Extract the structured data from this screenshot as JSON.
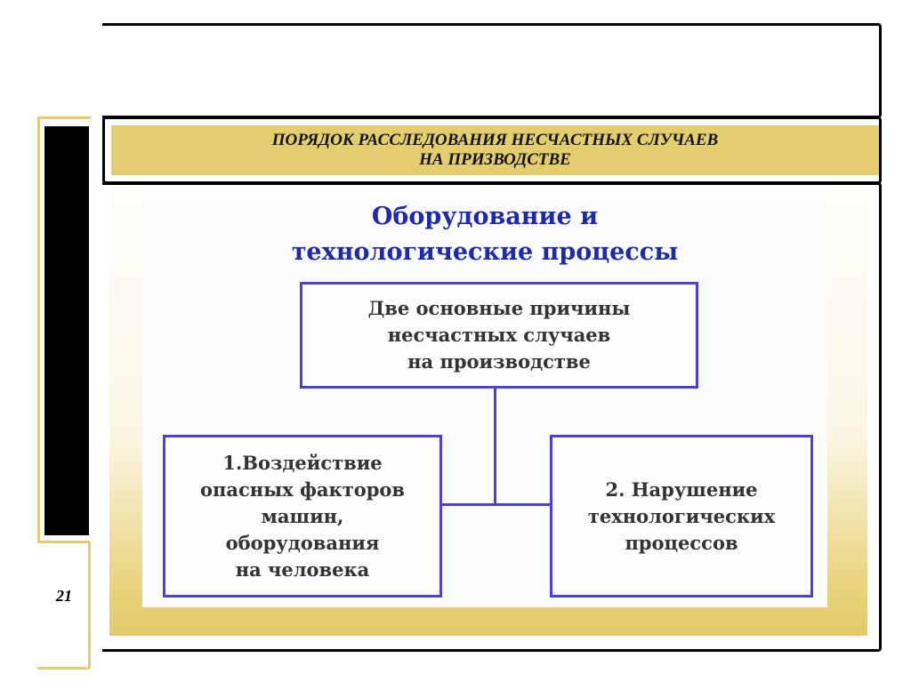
{
  "slide": {
    "title_line1": "ПОРЯДОК РАССЛЕДОВАНИЯ НЕСЧАСТНЫХ СЛУЧАЕВ",
    "title_line2": "НА ПРИЗВОДСТВЕ",
    "page_number": "21"
  },
  "diagram": {
    "heading_line1": "Оборудование и",
    "heading_line2": "технологические процессы",
    "root": [
      "Две основные причины",
      "несчастных случаев",
      "на производстве"
    ],
    "left": [
      "1.Воздействие",
      "опасных факторов",
      "машин,",
      "оборудования",
      "на человека"
    ],
    "right": [
      "2. Нарушение",
      "технологических",
      "процессов"
    ]
  },
  "colors": {
    "gold": "#e4cd6e",
    "box_border": "#4b3fd6",
    "heading": "#1f2aa8"
  }
}
